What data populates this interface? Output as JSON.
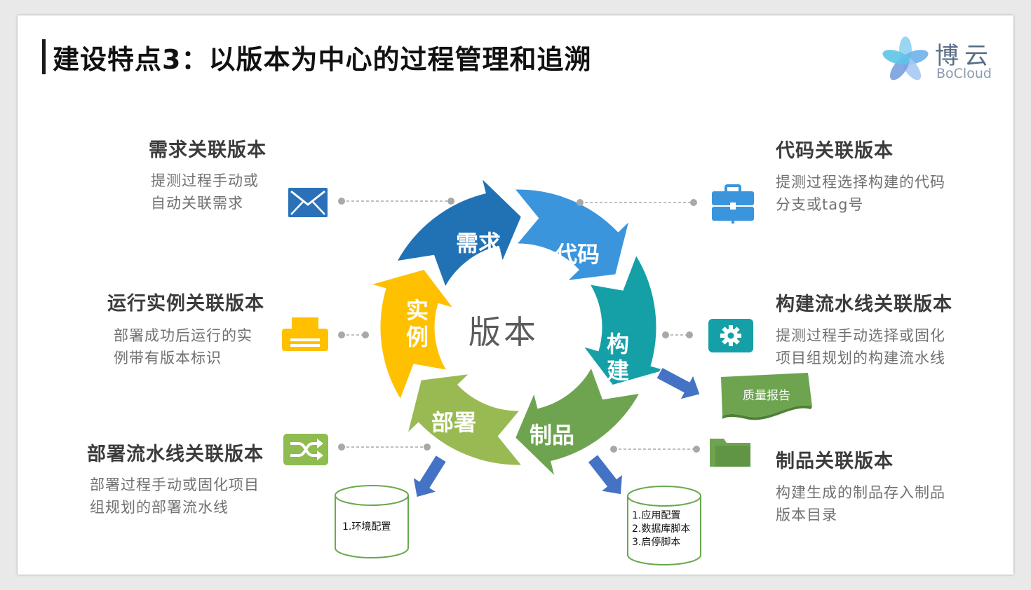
{
  "header": {
    "title": "建设特点3：以版本为中心的过程管理和追溯"
  },
  "logo": {
    "cn": "博云",
    "en": "BoCloud"
  },
  "center": {
    "label": "版本"
  },
  "cycle": {
    "segments": [
      {
        "label": "需求",
        "color": "#2171b5"
      },
      {
        "label": "代码",
        "color": "#3a95dc"
      },
      {
        "label": "构建",
        "color": "#15a0a7"
      },
      {
        "label": "制品",
        "color": "#6ea450"
      },
      {
        "label": "部署",
        "color": "#99ba52"
      },
      {
        "label": "实例",
        "color": "#ffc000"
      }
    ]
  },
  "blocks": {
    "req": {
      "title": "需求关联版本",
      "desc": "提测过程手动或\n自动关联需求"
    },
    "code": {
      "title": "代码关联版本",
      "desc": "提测过程选择构建的代码\n分支或tag号"
    },
    "inst": {
      "title": "运行实例关联版本",
      "desc": "部署成功后运行的实\n例带有版本标识"
    },
    "build": {
      "title": "构建流水线关联版本",
      "desc": "提测过程手动选择或固化\n项目组规划的构建流水线"
    },
    "deploy": {
      "title": "部署流水线关联版本",
      "desc": "部署过程手动或固化项目\n组规划的部署流水线"
    },
    "art": {
      "title": "制品关联版本",
      "desc": "构建生成的制品存入制品\n版本目录"
    }
  },
  "quality_report": {
    "label": "质量报告"
  },
  "storage": {
    "env": [
      "1.环境配置"
    ],
    "app": [
      "1.应用配置",
      "2.数据库脚本",
      "3.启停脚本"
    ]
  },
  "icons": {
    "req": "envelope-icon",
    "code": "briefcase-icon",
    "inst": "printer-icon",
    "build": "gear-icon",
    "deploy": "shuffle-icon",
    "art": "folder-icon"
  }
}
